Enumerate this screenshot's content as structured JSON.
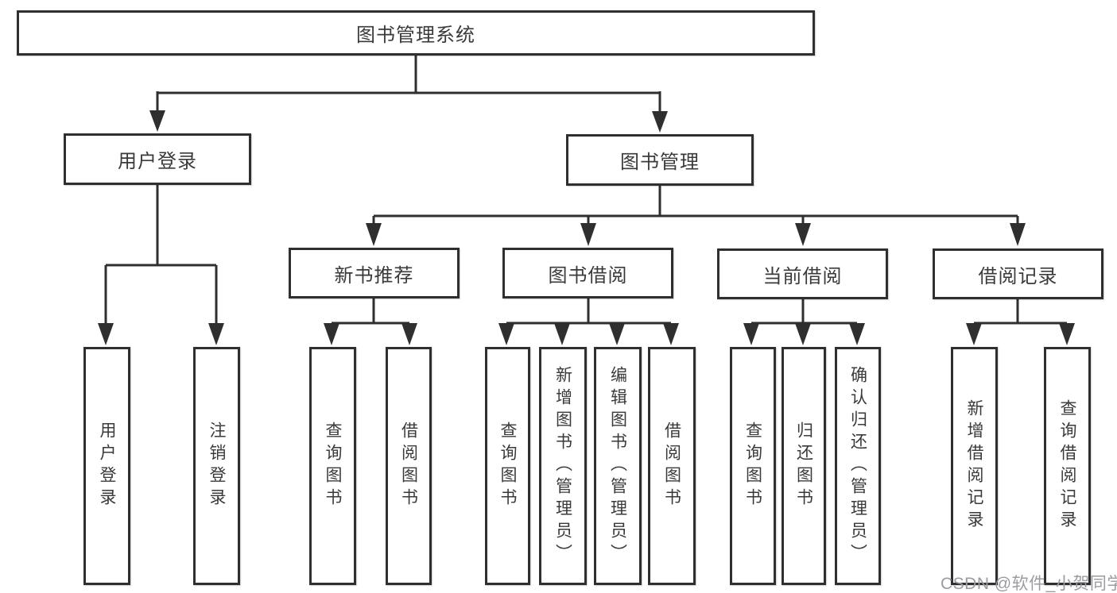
{
  "diagram": {
    "title_node": "图书管理系统",
    "level2": [
      {
        "label": "用户登录"
      },
      {
        "label": "图书管理"
      }
    ],
    "level3": [
      {
        "label": "新书推荐"
      },
      {
        "label": "图书借阅"
      },
      {
        "label": "当前借阅"
      },
      {
        "label": "借阅记录"
      }
    ],
    "leaves": [
      {
        "label": "用户登录"
      },
      {
        "label": "注销登录"
      },
      {
        "label": "查询图书"
      },
      {
        "label": "借阅图书"
      },
      {
        "label": "查询图书"
      },
      {
        "label": "新增图书（管理员）"
      },
      {
        "label": "编辑图书（管理员）"
      },
      {
        "label": "借阅图书"
      },
      {
        "label": "查询图书"
      },
      {
        "label": "归还图书"
      },
      {
        "label": "确认归还（管理员）"
      },
      {
        "label": "新增借阅记录"
      },
      {
        "label": "查询借阅记录"
      }
    ]
  },
  "watermark": "CSDN @软件_小贺同学",
  "colors": {
    "line": "#2f2f2f",
    "box_fill": "#ffffff",
    "text": "#3a3a3a",
    "watermark": "#9b9ba2",
    "background": "#ffffff"
  }
}
